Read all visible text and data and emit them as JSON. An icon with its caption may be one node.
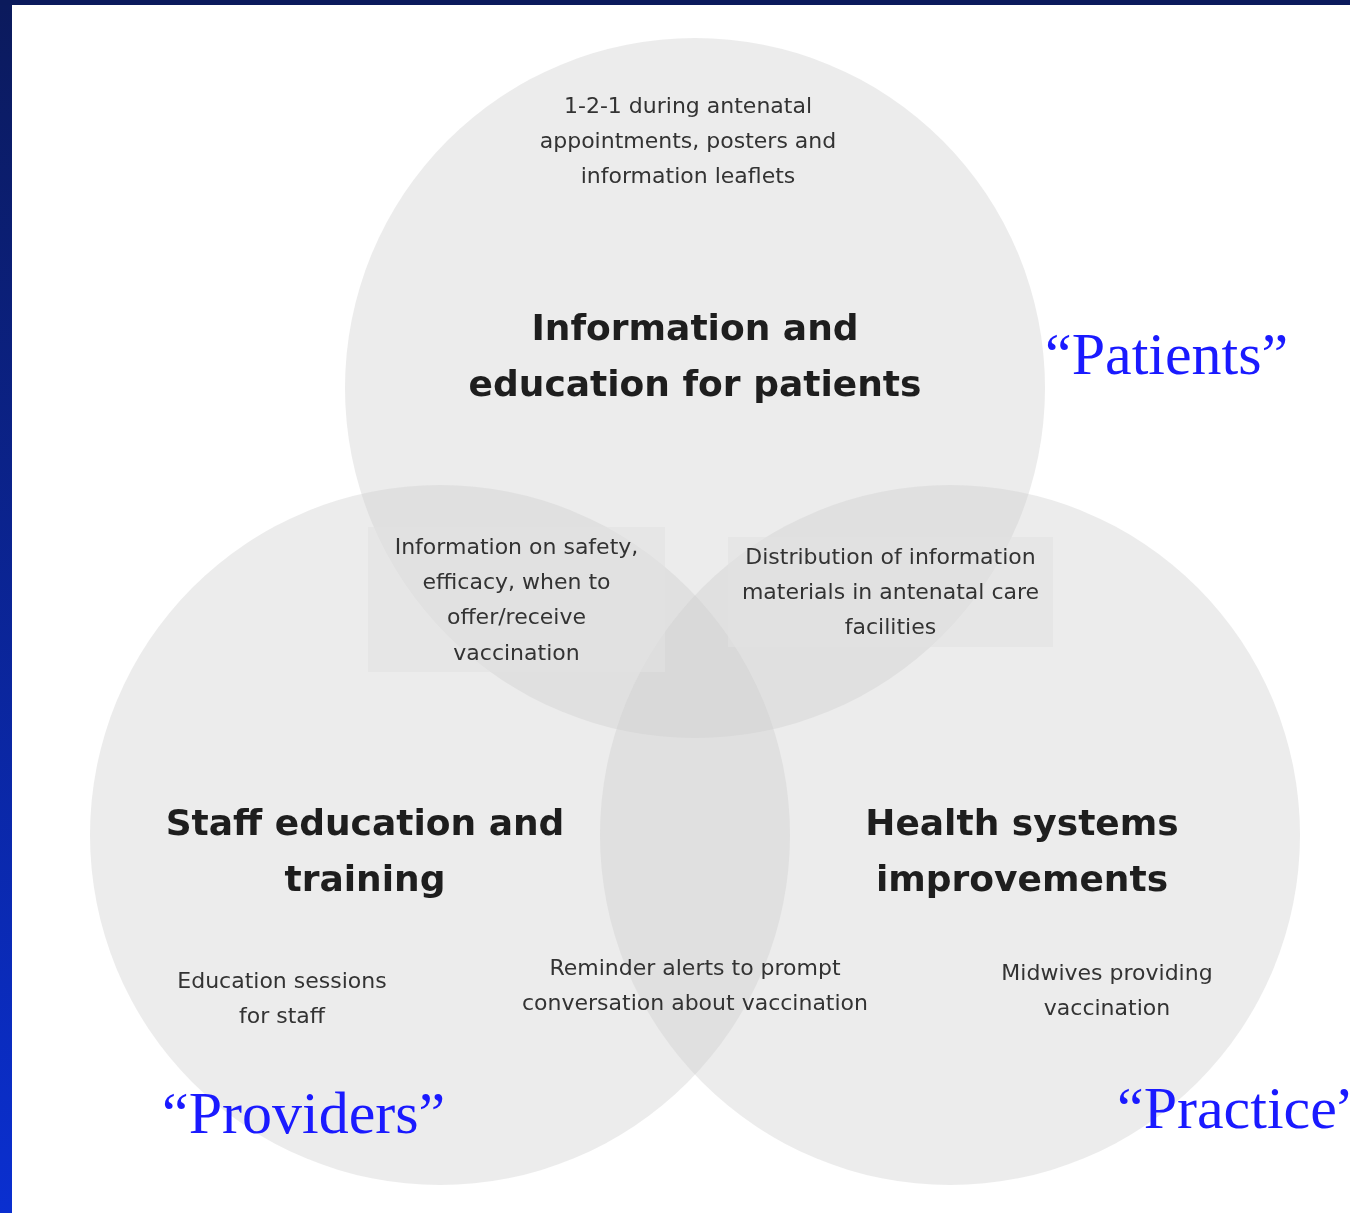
{
  "diagram": {
    "nodes": [
      {
        "text": [
          "1-2-1 during antenatal appointments, posters and information leaflets",
          "Information and education for patients"
        ],
        "beside": [
          "“Patients”"
        ]
      },
      {
        "text": [
          "Staff education and training",
          "Education sessions for staff",
          "“Providers”"
        ]
      },
      {
        "text": [
          "Health systems improvements",
          "Midwives providing vaccination",
          "“Practice”"
        ]
      }
    ],
    "labels": [
      "Information on safety, efficacy, when to offer/receive vaccination",
      "Distribution of information materials in antenatal care facilities",
      "Reminder alerts to prompt conversation about vaccination"
    ]
  }
}
